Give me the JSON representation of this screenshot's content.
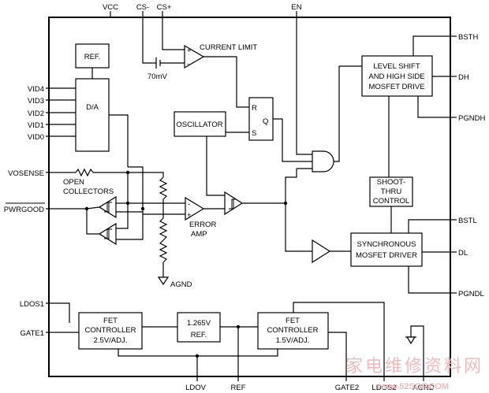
{
  "pins": {
    "vcc": "VCC",
    "cs_minus": "CS-",
    "cs_plus": "CS+",
    "en": "EN",
    "bsth": "BSTH",
    "dh": "DH",
    "pgndh": "PGNDH",
    "bstl": "BSTL",
    "dl": "DL",
    "pgndl": "PGNDL",
    "vid4": "VID4",
    "vid3": "VID3",
    "vid2": "VID2",
    "vid1": "VID1",
    "vid0": "VID0",
    "vosense": "VOSENSE",
    "pwrgood": "PWRGOOD",
    "ldos1": "LDOS1",
    "gate1": "GATE1",
    "ldov": "LDOV",
    "ref": "REF",
    "gate2": "GATE2",
    "ldos2": "LDOS2",
    "agnd": "AGND"
  },
  "blocks": {
    "ref": "REF.",
    "da": "D/A",
    "oscillator": "OSCILLATOR",
    "level_shift": [
      "LEVEL SHIFT",
      "AND HIGH SIDE",
      "MOSFET DRIVE"
    ],
    "shoot_thru": [
      "SHOOT-",
      "THRU",
      "CONTROL"
    ],
    "sync_driver": [
      "SYNCHRONOUS",
      "MOSFET DRIVER"
    ],
    "fet_ctrl_1": [
      "FET",
      "CONTROLLER",
      "2.5V/ADJ."
    ],
    "ref_1265": [
      "1.265V",
      "REF."
    ],
    "fet_ctrl_2": [
      "FET",
      "CONTROLLER",
      "1.5V/ADJ."
    ]
  },
  "labels": {
    "current_limit": "CURRENT LIMIT",
    "offset_voltage": "70mV",
    "open_collectors": [
      "OPEN",
      "COLLECTORS"
    ],
    "error_amp": [
      "ERROR",
      "AMP"
    ],
    "agnd_internal": "AGND",
    "latch_r": "R",
    "latch_q": "Q",
    "latch_s": "S",
    "opamp_minus": "-",
    "opamp_plus": "+"
  },
  "watermark": {
    "text": "家电维修资料网",
    "site": "www.52SOP.COM"
  }
}
